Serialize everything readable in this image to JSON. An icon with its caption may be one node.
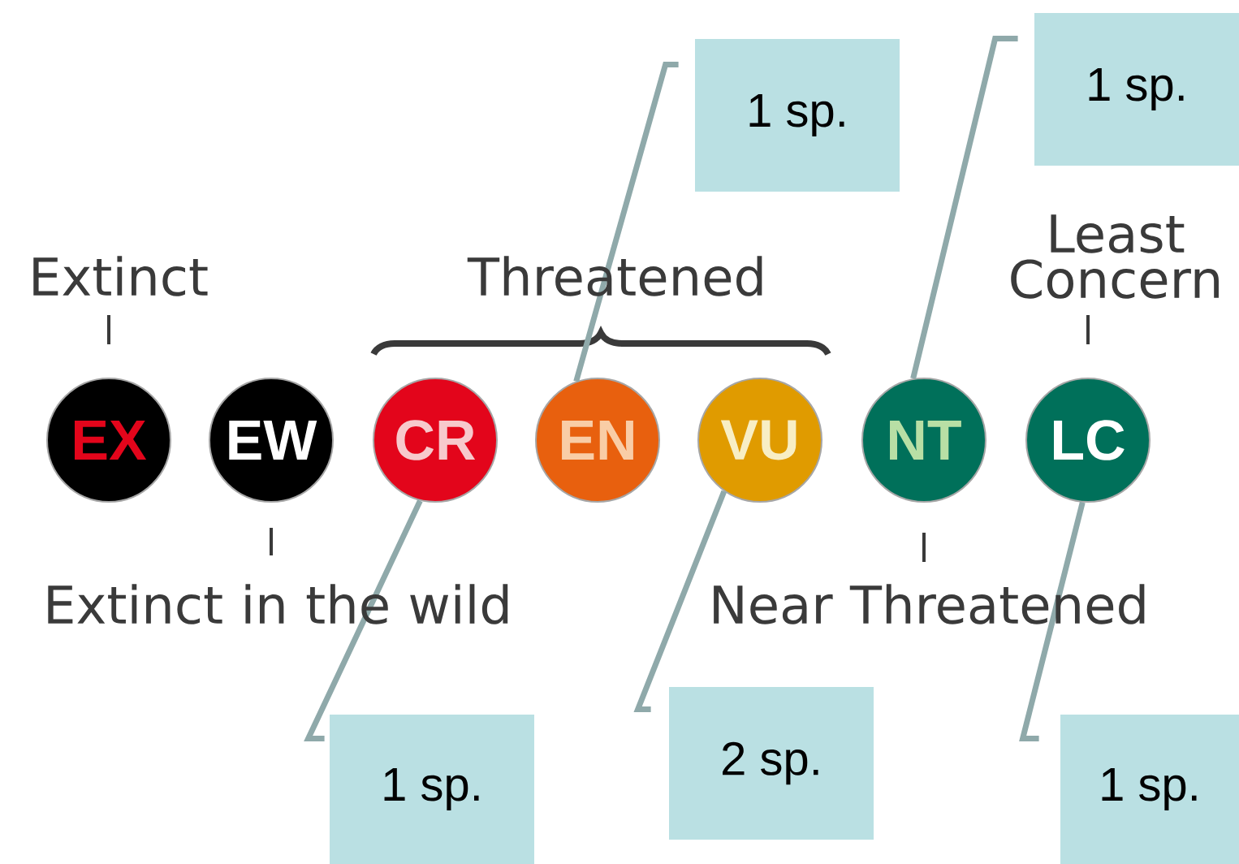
{
  "diagram": {
    "nodes": [
      {
        "text": [
          "EX"
        ],
        "beside": [
          "Extinct"
        ]
      },
      {
        "text": [
          "EW"
        ],
        "beside": [
          "Extinct in the wild"
        ]
      },
      {
        "text": [
          "CR"
        ]
      },
      {
        "text": [
          "EN"
        ]
      },
      {
        "text": [
          "VU"
        ]
      },
      {
        "text": [
          "NT"
        ],
        "beside": [
          "Near Threatened"
        ]
      },
      {
        "text": [
          "LC"
        ],
        "beside": [
          "Least Concern"
        ]
      },
      {
        "text": [
          "1 sp."
        ]
      },
      {
        "text": [
          "1 sp."
        ]
      },
      {
        "text": [
          "1 sp."
        ]
      },
      {
        "text": [
          "2 sp."
        ]
      },
      {
        "text": [
          "1 sp."
        ]
      }
    ],
    "edges": [
      {
        "from": 7,
        "to": 3,
        "arrow": "none"
      },
      {
        "from": 8,
        "to": 5,
        "arrow": "none"
      },
      {
        "from": 9,
        "to": 2,
        "arrow": "none"
      },
      {
        "from": 10,
        "to": 4,
        "arrow": "none"
      },
      {
        "from": 11,
        "to": 6,
        "arrow": "none"
      }
    ],
    "labels": [
      "Threatened"
    ]
  }
}
